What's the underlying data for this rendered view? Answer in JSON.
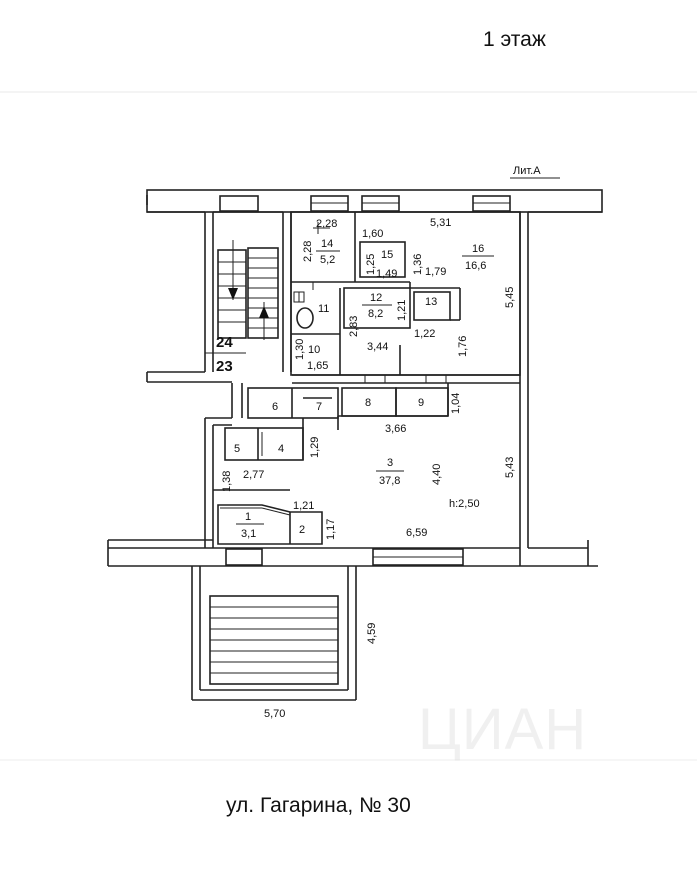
{
  "floor_label": "1 этаж",
  "address": "ул. Гагарина, № 30",
  "letter_label": "Лит.А",
  "watermark": "ЦИАН",
  "stair_marks": [
    "24",
    "23"
  ],
  "rooms": [
    {
      "num": "1",
      "area": "3,1"
    },
    {
      "num": "2",
      "area": ""
    },
    {
      "num": "3",
      "area": "37,8"
    },
    {
      "num": "4",
      "area": ""
    },
    {
      "num": "5",
      "area": ""
    },
    {
      "num": "6",
      "area": ""
    },
    {
      "num": "7",
      "area": ""
    },
    {
      "num": "8",
      "area": ""
    },
    {
      "num": "9",
      "area": ""
    },
    {
      "num": "10",
      "area": ""
    },
    {
      "num": "11",
      "area": ""
    },
    {
      "num": "12",
      "area": "8,2"
    },
    {
      "num": "13",
      "area": ""
    },
    {
      "num": "14",
      "area": "5,2"
    },
    {
      "num": "15",
      "area": "1,49"
    },
    {
      "num": "16",
      "area": "16,6"
    }
  ],
  "dimensions": [
    "2,28",
    "2,28",
    "1,60",
    "5,31",
    "1,25",
    "1,36",
    "1,79",
    "5,45",
    "1,21",
    "2,83",
    "1,22",
    "1,30",
    "1,65",
    "3,44",
    "1,76",
    "1,04",
    "3,66",
    "1,29",
    "2,77",
    "4,40",
    "5,43",
    "1,38",
    "1,21",
    "1,17",
    "6,59",
    "4,59",
    "5,70"
  ],
  "ceiling_height": "h:2,50"
}
